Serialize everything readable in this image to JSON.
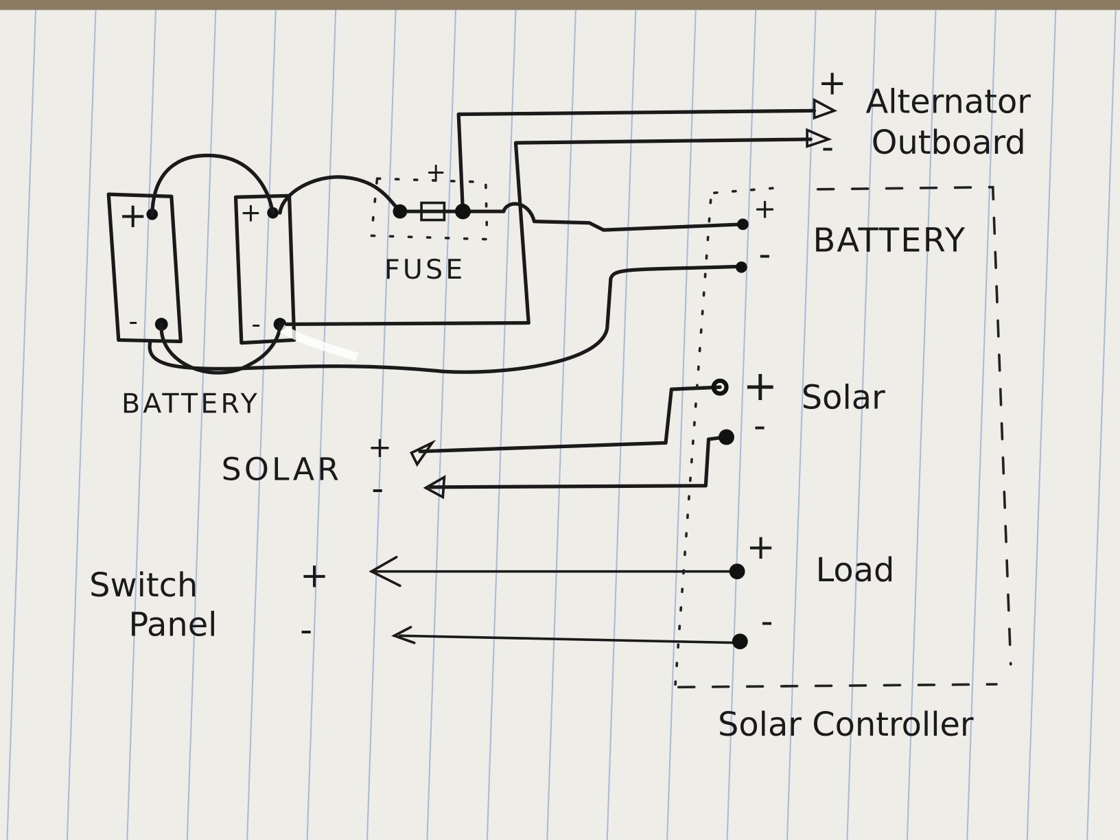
{
  "paper": {
    "background": "#efede8",
    "rule_color": "#a9bcd6",
    "ink_color": "#1a1a1a"
  },
  "batteries": {
    "label": "BATTERY",
    "plus": "+",
    "minus": "-"
  },
  "fuse": {
    "label": "FUSE",
    "plus": "+"
  },
  "alternator": {
    "plus": "+",
    "minus": "-",
    "line1": "Alternator",
    "line2": "Outboard"
  },
  "controller": {
    "title": "Solar Controller",
    "battery": {
      "label": "BATTERY",
      "plus": "+",
      "minus": "-"
    },
    "solar": {
      "label": "Solar",
      "plus": "+",
      "minus": "-"
    },
    "load": {
      "label": "Load",
      "plus": "+",
      "minus": "-"
    }
  },
  "solar_panel": {
    "label": "SOLAR",
    "plus": "+",
    "minus": "-"
  },
  "switch_panel": {
    "line1": "Switch",
    "line2": "Panel",
    "plus": "+",
    "minus": "-"
  }
}
